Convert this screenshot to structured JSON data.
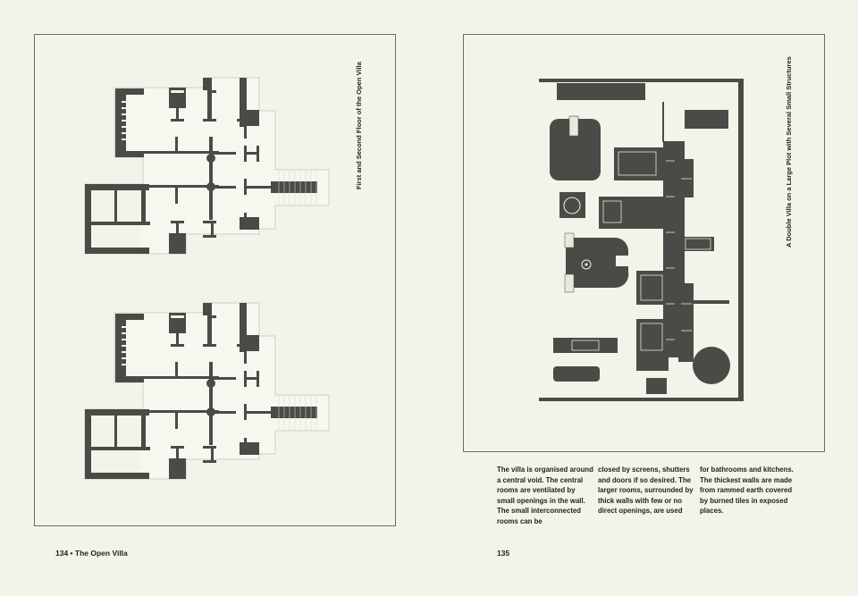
{
  "left_page": {
    "caption": "First and Second Floor of the Open Villa",
    "folio": "134 • The Open Villa"
  },
  "right_page": {
    "caption": "A Double Villa on a Large Plot with Several Small Structures",
    "body_columns": [
      "The villa is organised around a central void. The central rooms are ventilated by small openings in the wall. The small interconnected rooms can be",
      "closed by screens, shutters and doors if so desired. The larger rooms, surrounded by thick walls with few or no direct openings, are used",
      "for bathrooms and kitchens. The thickest walls are made from rammed earth covered by burned tiles in exposed places."
    ],
    "folio": "135"
  },
  "colors": {
    "paper": "#f3f3ea",
    "ink": "#4a4a46",
    "frame": "#6a6a66"
  }
}
